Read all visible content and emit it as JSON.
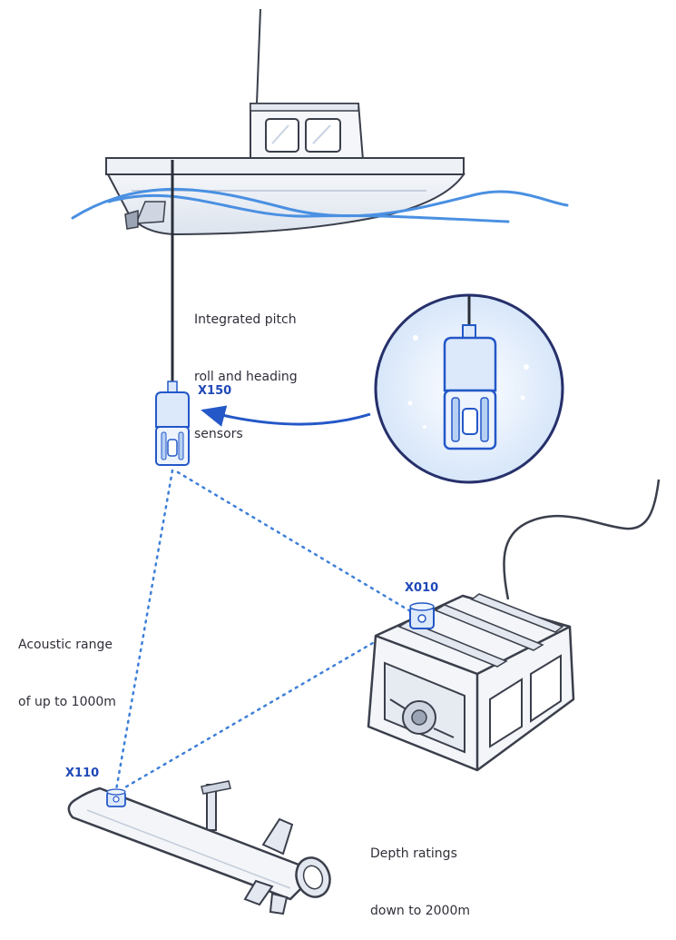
{
  "labels": {
    "sensors_line1": "Integrated pitch",
    "sensors_line2": "roll and heading",
    "sensors_line3": "sensors",
    "range_line1": "Acoustic range",
    "range_line2": "of up to 1000m",
    "depth_line1": "Depth ratings",
    "depth_line2": "down to 2000m"
  },
  "devices": {
    "x150": "X150",
    "x010": "X010",
    "x110": "X110"
  },
  "colors": {
    "accent_blue": "#2458c8",
    "light_blue": "#dce9fb",
    "line_dark": "#3a3f4b",
    "water_blue": "#4a90e2"
  },
  "icons": [
    "boat",
    "water-waves",
    "transceiver-x150",
    "zoom-inset",
    "arrow",
    "rov",
    "transponder-x010",
    "auv",
    "transponder-x110",
    "tether"
  ]
}
